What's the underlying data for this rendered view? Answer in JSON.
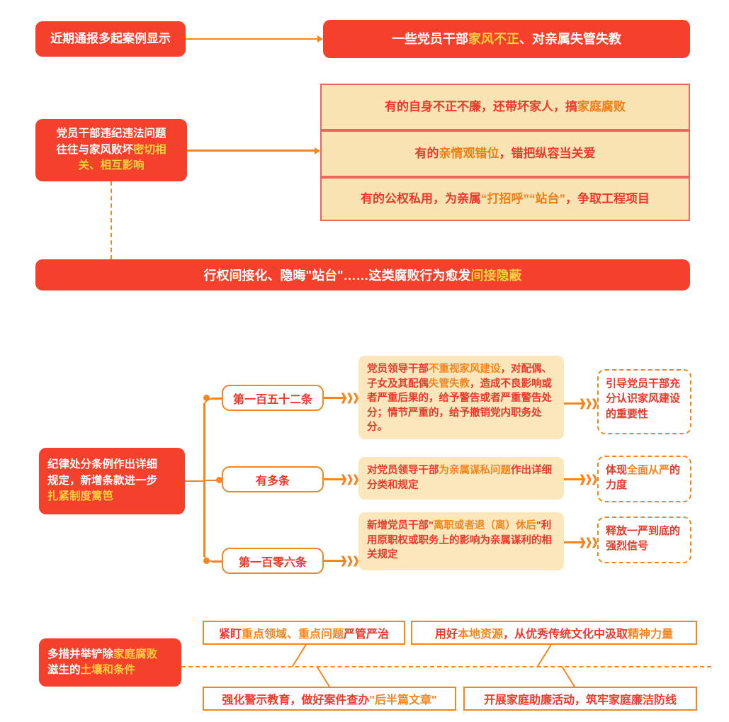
{
  "theme": {
    "red": "#f5402c",
    "orange": "#f5861f",
    "gold": "#ffd040",
    "cream": "#fce7bd",
    "deep_red_text": "#e8392b"
  },
  "section1": {
    "source_label": "近期通报多起案例显示",
    "headline_pre": "一些党员干部",
    "headline_hl": "家风不正",
    "headline_post": "、对亲属失管失教"
  },
  "section2": {
    "cause_line1": "党员干部违纪违法问题",
    "cause_line2_plain": "往往与家风败坏",
    "cause_line2_hl": "密切相",
    "cause_line3_hl": "关、相互影响",
    "items": [
      {
        "pre": "有的自身不正不廉，还带坏家人，搞",
        "hl": "家庭腐败",
        "post": ""
      },
      {
        "pre": "有的",
        "hl": "亲情观错位",
        "post": "，错把纵容当关爱"
      },
      {
        "pre": "有的公权私用，为亲属",
        "hl": "“打招呼”“站台”",
        "post": "，争取工程项目"
      }
    ],
    "summary_pre": "行权间接化、隐晦\"站台\"……这类腐败行为愈发",
    "summary_hl": "间接隐蔽"
  },
  "section3": {
    "root_line1": "纪律处分条例作出详细",
    "root_line2": "规定，新增条款进一步",
    "root_line3_hl": "扎紧制度篱笆",
    "branches": [
      {
        "article": "第一百五十二条",
        "detail": [
          {
            "t": "党员领导干部",
            "c": "red"
          },
          {
            "t": "不重视家风建设",
            "c": "orange"
          },
          {
            "t": "，对配偶、子女及其配偶",
            "c": "red"
          },
          {
            "t": "失管失教",
            "c": "orange"
          },
          {
            "t": "，造成不良影响或者严重后果的，给予警告或者严重警告处分；情节严重的，给予撤销党内职务处分。",
            "c": "red"
          }
        ],
        "outcome": [
          {
            "t": "引导党员干部充分认识家风建设的重要性",
            "c": "red"
          }
        ]
      },
      {
        "article": "有多条",
        "detail": [
          {
            "t": "对党员领导干部",
            "c": "red"
          },
          {
            "t": "为亲属谋私问题",
            "c": "orange"
          },
          {
            "t": "作出详细分类和规定",
            "c": "red"
          }
        ],
        "outcome": [
          {
            "t": "体现",
            "c": "red"
          },
          {
            "t": "全面从严",
            "c": "orange"
          },
          {
            "t": "的力度",
            "c": "red"
          }
        ]
      },
      {
        "article": "第一百零六条",
        "detail": [
          {
            "t": "新增党员干部\"",
            "c": "red"
          },
          {
            "t": "离职或者退（离）休后",
            "c": "orange"
          },
          {
            "t": "\"利用原职权或职务上的影响为亲属谋利的相关规定",
            "c": "red"
          }
        ],
        "outcome": [
          {
            "t": "释放一严到底的强烈信号",
            "c": "red"
          }
        ]
      }
    ]
  },
  "section4": {
    "root_line1_plain": "多措并举铲除",
    "root_line1_hl": "家庭腐败",
    "root_line2_plain": "滋生的",
    "root_line2_hl": "土壤和条件",
    "measures": [
      [
        {
          "t": "紧盯",
          "c": "red"
        },
        {
          "t": "重点领域、重点问题",
          "c": "orange"
        },
        {
          "t": "严管严治",
          "c": "red"
        }
      ],
      [
        {
          "t": "用好",
          "c": "red"
        },
        {
          "t": "本地资源",
          "c": "orange"
        },
        {
          "t": "，从优秀传统文化中汲取",
          "c": "red"
        },
        {
          "t": "精神力量",
          "c": "orange"
        }
      ],
      [
        {
          "t": "强化警示教育，做好案件查办",
          "c": "red"
        },
        {
          "t": "\"后半篇文章\"",
          "c": "orange"
        }
      ],
      [
        {
          "t": "开展家庭助廉活动，筑牢家庭廉洁防线",
          "c": "red"
        }
      ]
    ]
  },
  "icons": {
    "arrow_right": "arrow-right-icon",
    "chevron_triple": "triple-chevron-icon",
    "node_dot": "node-dot-icon"
  }
}
